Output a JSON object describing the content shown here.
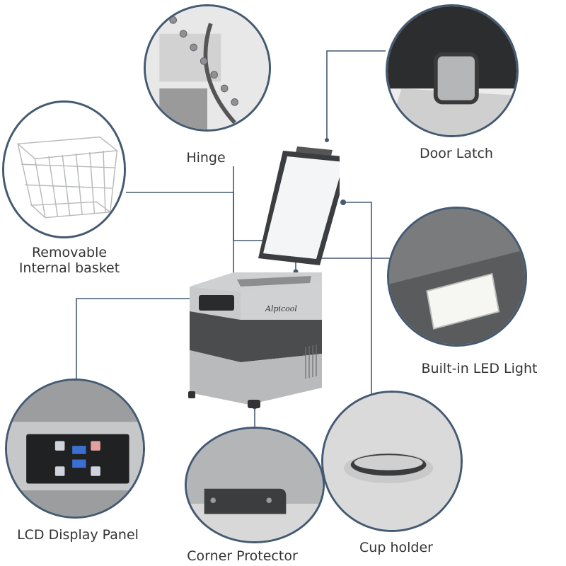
{
  "brand": "Alpicool",
  "features": {
    "hinge": "Hinge",
    "door_latch": "Door Latch",
    "basket_line1": "Removable",
    "basket_line2": "Internal basket",
    "led_light": "Built-in LED Light",
    "lcd_panel": "LCD Display Panel",
    "corner": "Corner Protector",
    "cup_holder": "Cup holder"
  },
  "colors": {
    "accent": "#445a72",
    "body_grey": "#b9babb",
    "band_dark": "#4a4c4e"
  }
}
